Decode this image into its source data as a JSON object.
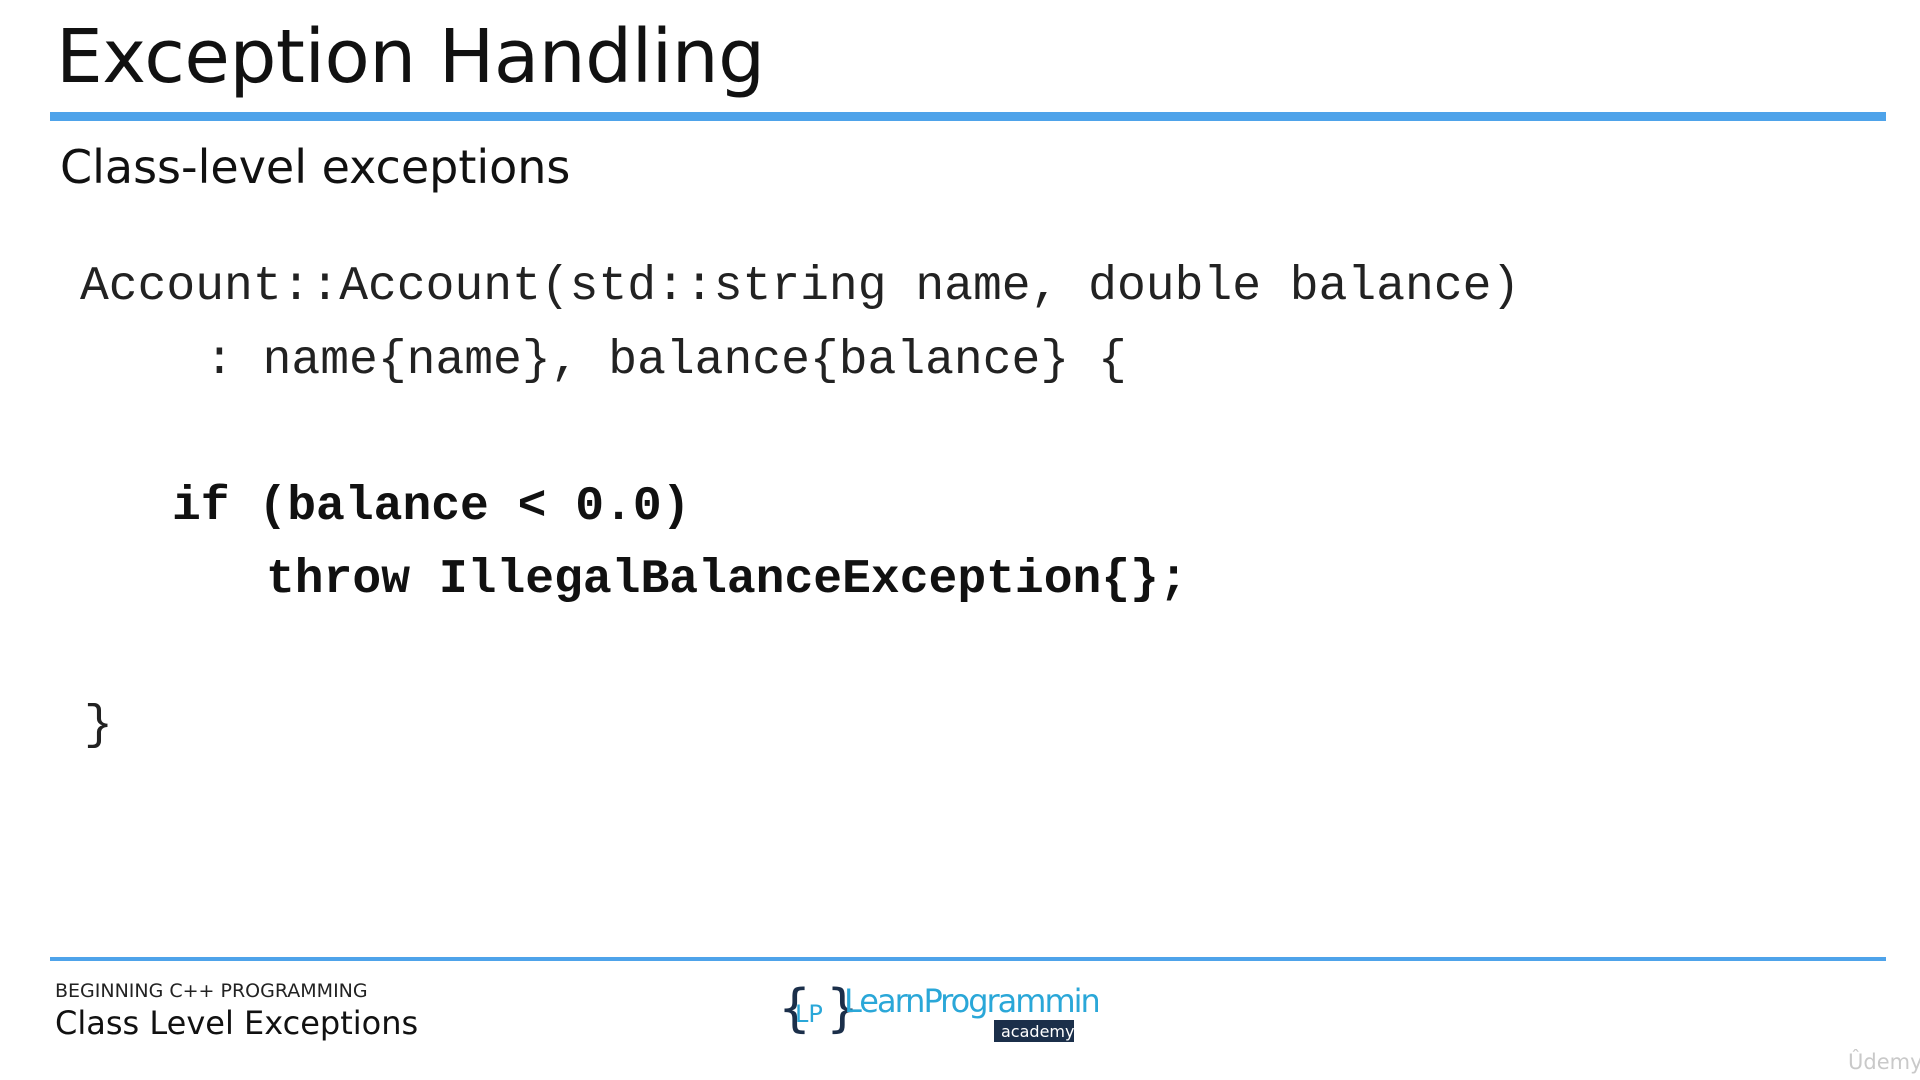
{
  "slide": {
    "title": "Exception Handling",
    "subtitle": "Class-level exceptions"
  },
  "code": {
    "line1": "Account::Account(std::string name, double balance)",
    "line2": ": name{name}, balance{balance} {",
    "line3": "if (balance < 0.0)",
    "line4": "throw IllegalBalanceException{};",
    "line5": "}"
  },
  "footer": {
    "course": "BEGINNING C++ PROGRAMMING",
    "lecture": "Class Level Exceptions",
    "logo_text": "LearnProgramming",
    "logo_subtext": "academy",
    "logo_mark": "LP",
    "watermark": "Ûdemy"
  },
  "colors": {
    "accent": "#4ea3ea",
    "logo_blue": "#2aa7d8",
    "logo_dark": "#1b2f4a"
  }
}
